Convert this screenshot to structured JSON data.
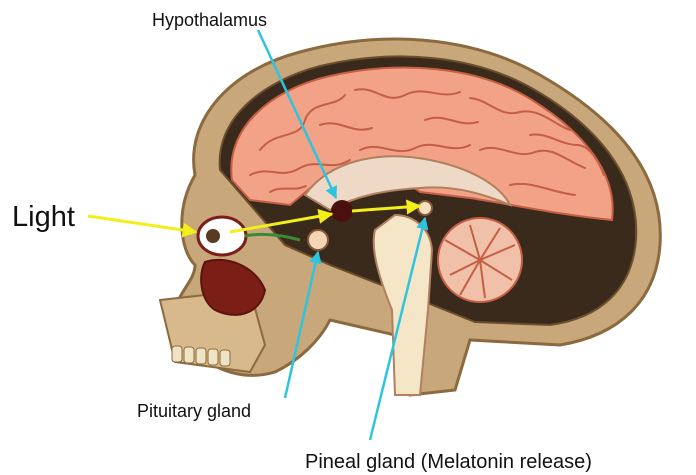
{
  "labels": {
    "hypothalamus": "Hypothalamus",
    "light": "Light",
    "pituitary": "Pituitary gland",
    "pineal": "Pineal gland",
    "pineal_note": "(Melatonin release)"
  },
  "colors": {
    "light_arrow": "#f2ef1a",
    "pointer_arrow": "#2ec4e0",
    "cortex": "#f2a286",
    "gyri_lines": "#c45f45",
    "skull": "#c8a77a",
    "skull_dark": "#8a6a3e",
    "cerebellum": "#f0c0a8",
    "brainstem": "#f5e6c8",
    "hypothalamus_dot": "#4a1010",
    "eye": "#ffffff"
  },
  "icons": {
    "light_arrow": "arrow-right-icon",
    "pointer": "arrow-pointer-icon"
  }
}
